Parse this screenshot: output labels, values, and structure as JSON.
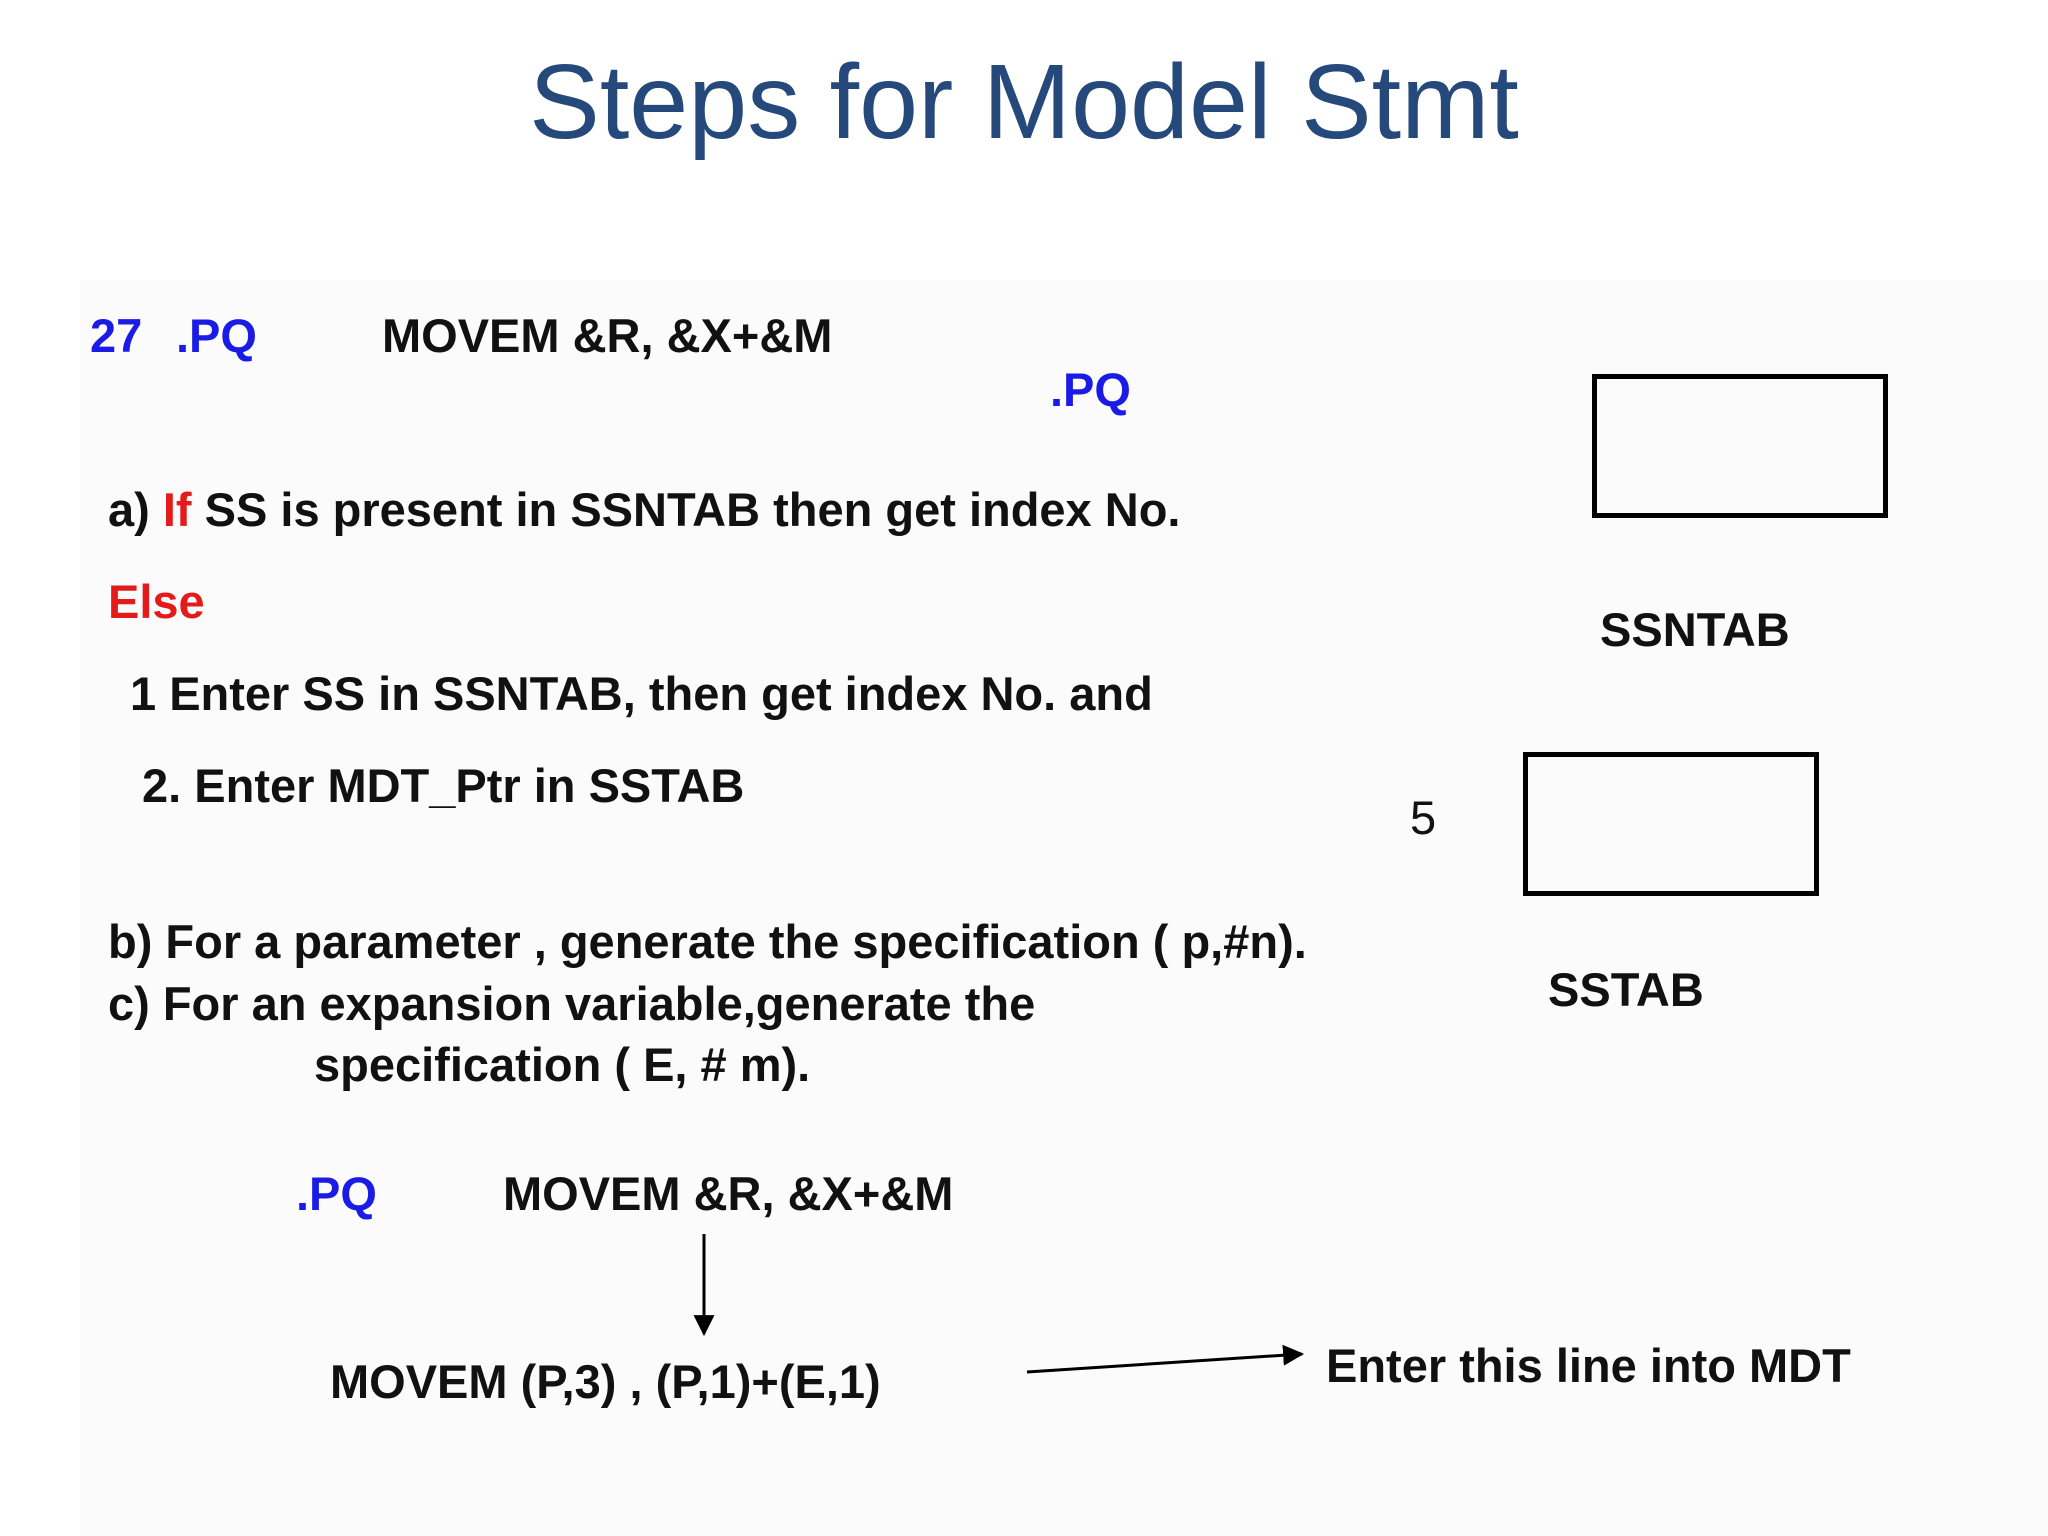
{
  "title": "Steps for Model Stmt",
  "header_line": {
    "number": "27",
    "label": ".PQ",
    "statement": "MOVEM &R, &X+&M"
  },
  "floating_label": ".PQ",
  "step_a": {
    "prefix": "a)",
    "keyword_if": "If",
    "text": "SS is present in SSNTAB then get index No."
  },
  "else_keyword": "Else",
  "sub_step_1": "1 Enter SS in SSNTAB, then get index No. and",
  "sub_step_2": "2. Enter MDT_Ptr in SSTAB",
  "step_b": "b) For a parameter , generate the specification ( p,#n).",
  "step_c_line1": "c) For an expansion variable,generate the",
  "step_c_line2": "specification ( E, # m).",
  "example": {
    "label": ".PQ",
    "statement": "MOVEM &R, &X+&M",
    "result": "MOVEM  (P,3) , (P,1)+(E,1)",
    "note": "Enter this line into MDT"
  },
  "tables": {
    "ssntab_label": "SSNTAB",
    "sstab_index": "5",
    "sstab_label": "SSTAB"
  }
}
